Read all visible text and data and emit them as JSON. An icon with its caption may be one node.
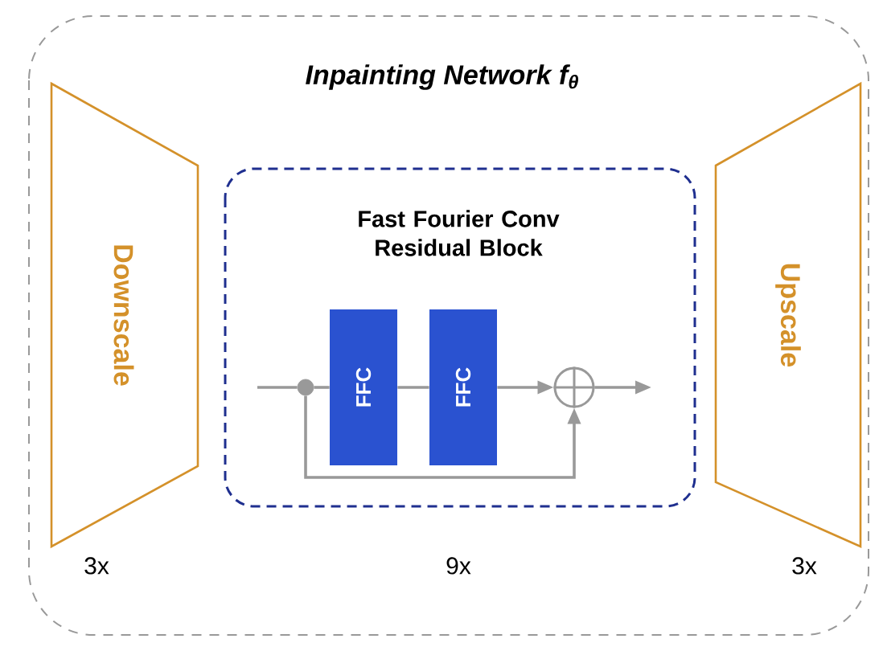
{
  "diagram": {
    "nodes": [
      {
        "text": [
          "Inpainting Network f$_{θ}$"
        ]
      },
      {
        "text": [
          "Downscale"
        ],
        "in": 0,
        "beside": [
          "3x"
        ]
      },
      {
        "text": [
          "Fast Fourier Conv Residual Block"
        ],
        "in": 0,
        "beside": [
          "9x"
        ]
      },
      {
        "text": [
          "Upscale"
        ],
        "in": 0,
        "beside": [
          "3x"
        ]
      },
      {
        "text": [],
        "shape": "circle",
        "in": 2
      },
      {
        "text": [
          "FFC"
        ],
        "in": 2
      },
      {
        "text": [
          "FFC"
        ],
        "in": 2
      },
      {
        "text": [],
        "shape": "circle",
        "in": 2
      }
    ],
    "edges": [
      {
        "from": null,
        "to": 4,
        "arrow": "none"
      },
      {
        "from": 4,
        "to": 5,
        "arrow": "none"
      },
      {
        "from": 5,
        "to": 6,
        "arrow": "none"
      },
      {
        "from": 6,
        "to": 7,
        "arrow": "to"
      },
      {
        "from": 7,
        "to": null,
        "arrow": "to"
      },
      {
        "from": 4,
        "to": 7,
        "arrow": "to"
      }
    ]
  }
}
